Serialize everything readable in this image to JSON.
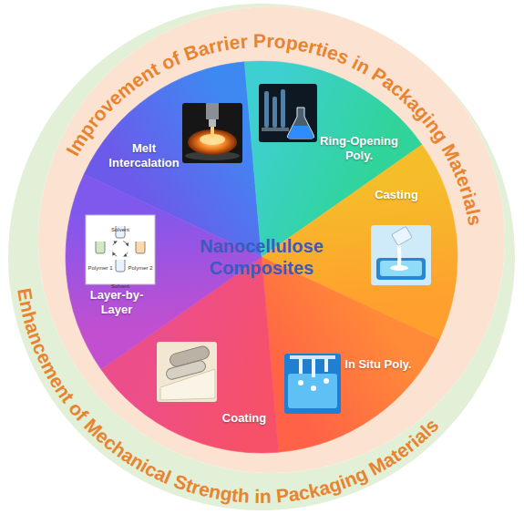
{
  "diagram": {
    "nodes": [
      {
        "text": [
          "Improvement of Barrier Properties in Packaging Materials"
        ]
      },
      {
        "text": [
          "Enhancement of Mechanical Strength in Packaging Materials"
        ]
      },
      {
        "text": [
          "Nanocellulose Composites"
        ]
      },
      {
        "text": [
          "Melt Intercalation"
        ]
      },
      {
        "text": [
          "Ring-Opening Poly."
        ]
      },
      {
        "text": [
          "Casting"
        ]
      },
      {
        "text": [
          "In Situ Poly."
        ]
      },
      {
        "text": [
          "Coating"
        ]
      },
      {
        "text": [
          "Layer-by-Layer"
        ]
      }
    ],
    "labels": [
      "Solvent",
      "Polymer 2",
      "Solvent",
      "Polymer 1"
    ]
  }
}
